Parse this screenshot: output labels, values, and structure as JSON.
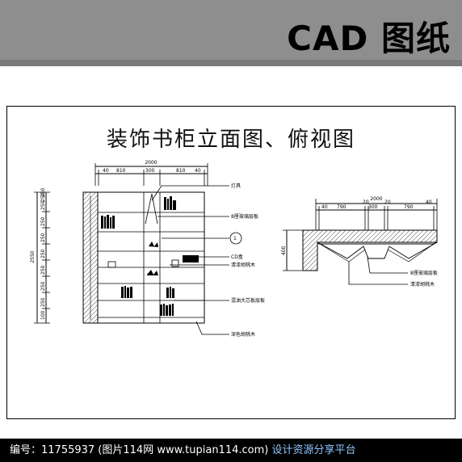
{
  "header": {
    "brand": "CAD 图纸"
  },
  "drawing": {
    "title": "装饰书柜立面图、俯视图",
    "elevation": {
      "dim_total_width": "2000",
      "dim_top_segments": [
        "40",
        "810",
        "300",
        "810",
        "40"
      ],
      "dim_total_height": "2550",
      "dim_left_segments": [
        "100",
        "250",
        "250",
        "250",
        "250",
        "250",
        "250",
        "250",
        "250",
        "250"
      ],
      "callouts": [
        "灯具",
        "8厘玻璃层板",
        "1",
        "CD盒",
        "清漆胡桃木",
        "混油大芯板层板",
        "深色胡桃木"
      ]
    },
    "plan": {
      "dim_total_width": "2000",
      "dim_top_segments": [
        "40",
        "790",
        "20",
        "300",
        "20",
        "790",
        "40"
      ],
      "dim_side": "400",
      "callouts": [
        "8厘玻璃层板",
        "清漆胡桃木"
      ]
    }
  },
  "footer": {
    "id_text": "编号：11755937 (图片114网 www.tupian114.com)",
    "link_text": "设计资源分享平台"
  }
}
